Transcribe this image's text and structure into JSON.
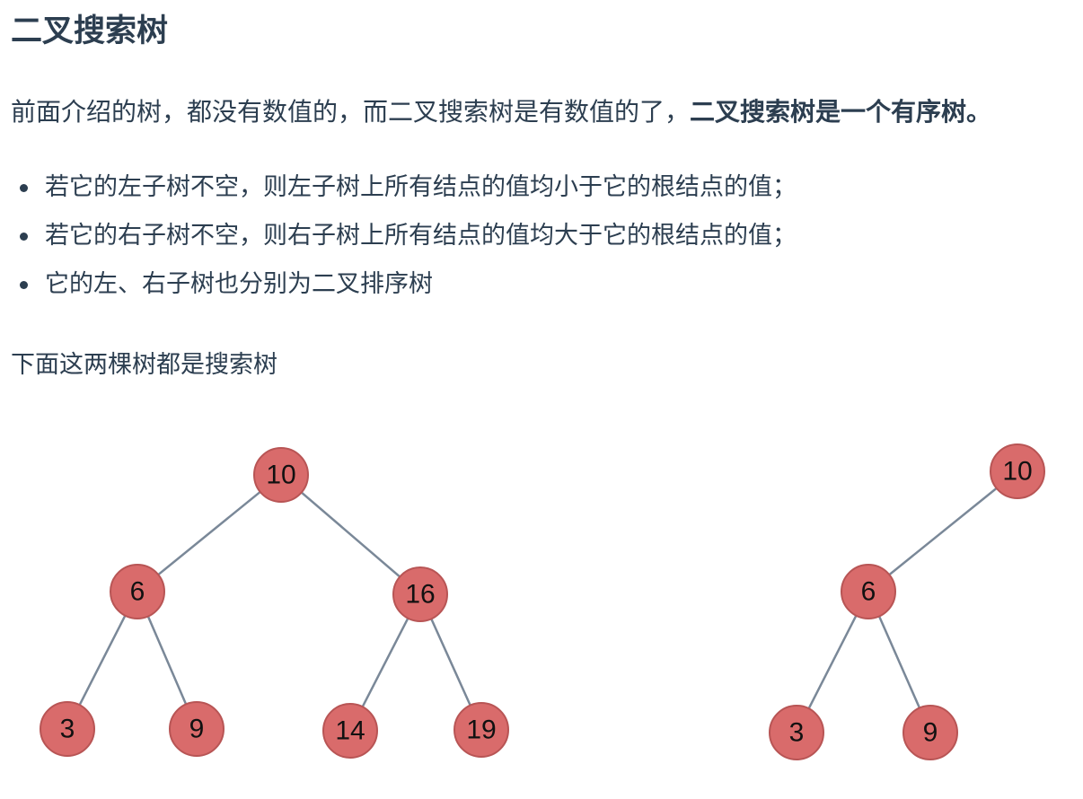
{
  "heading": "二叉搜索树",
  "intro": {
    "text": "前面介绍的树，都没有数值的，而二叉搜索树是有数值的了，",
    "bold": "二叉搜索树是一个有序树。"
  },
  "rules": [
    "若它的左子树不空，则左子树上所有结点的值均小于它的根结点的值；",
    "若它的右子树不空，则右子树上所有结点的值均大于它的根结点的值；",
    "它的左、右子树也分别为二叉排序树"
  ],
  "caption": "下面这两棵树都是搜索树",
  "colors": {
    "node_fill": "#d96b6b",
    "edge": "#7a8898",
    "text": "#2c3e50"
  },
  "trees": [
    {
      "nodes": [
        {
          "id": "a10",
          "label": "10"
        },
        {
          "id": "a6",
          "label": "6"
        },
        {
          "id": "a16",
          "label": "16"
        },
        {
          "id": "a3",
          "label": "3"
        },
        {
          "id": "a9",
          "label": "9"
        },
        {
          "id": "a14",
          "label": "14"
        },
        {
          "id": "a19",
          "label": "19"
        }
      ],
      "edges": [
        [
          "a10",
          "a6"
        ],
        [
          "a10",
          "a16"
        ],
        [
          "a6",
          "a3"
        ],
        [
          "a6",
          "a9"
        ],
        [
          "a16",
          "a14"
        ],
        [
          "a16",
          "a19"
        ]
      ]
    },
    {
      "nodes": [
        {
          "id": "b10",
          "label": "10"
        },
        {
          "id": "b6",
          "label": "6"
        },
        {
          "id": "b3",
          "label": "3"
        },
        {
          "id": "b9",
          "label": "9"
        }
      ],
      "edges": [
        [
          "b10",
          "b6"
        ],
        [
          "b6",
          "b3"
        ],
        [
          "b6",
          "b9"
        ]
      ]
    }
  ]
}
